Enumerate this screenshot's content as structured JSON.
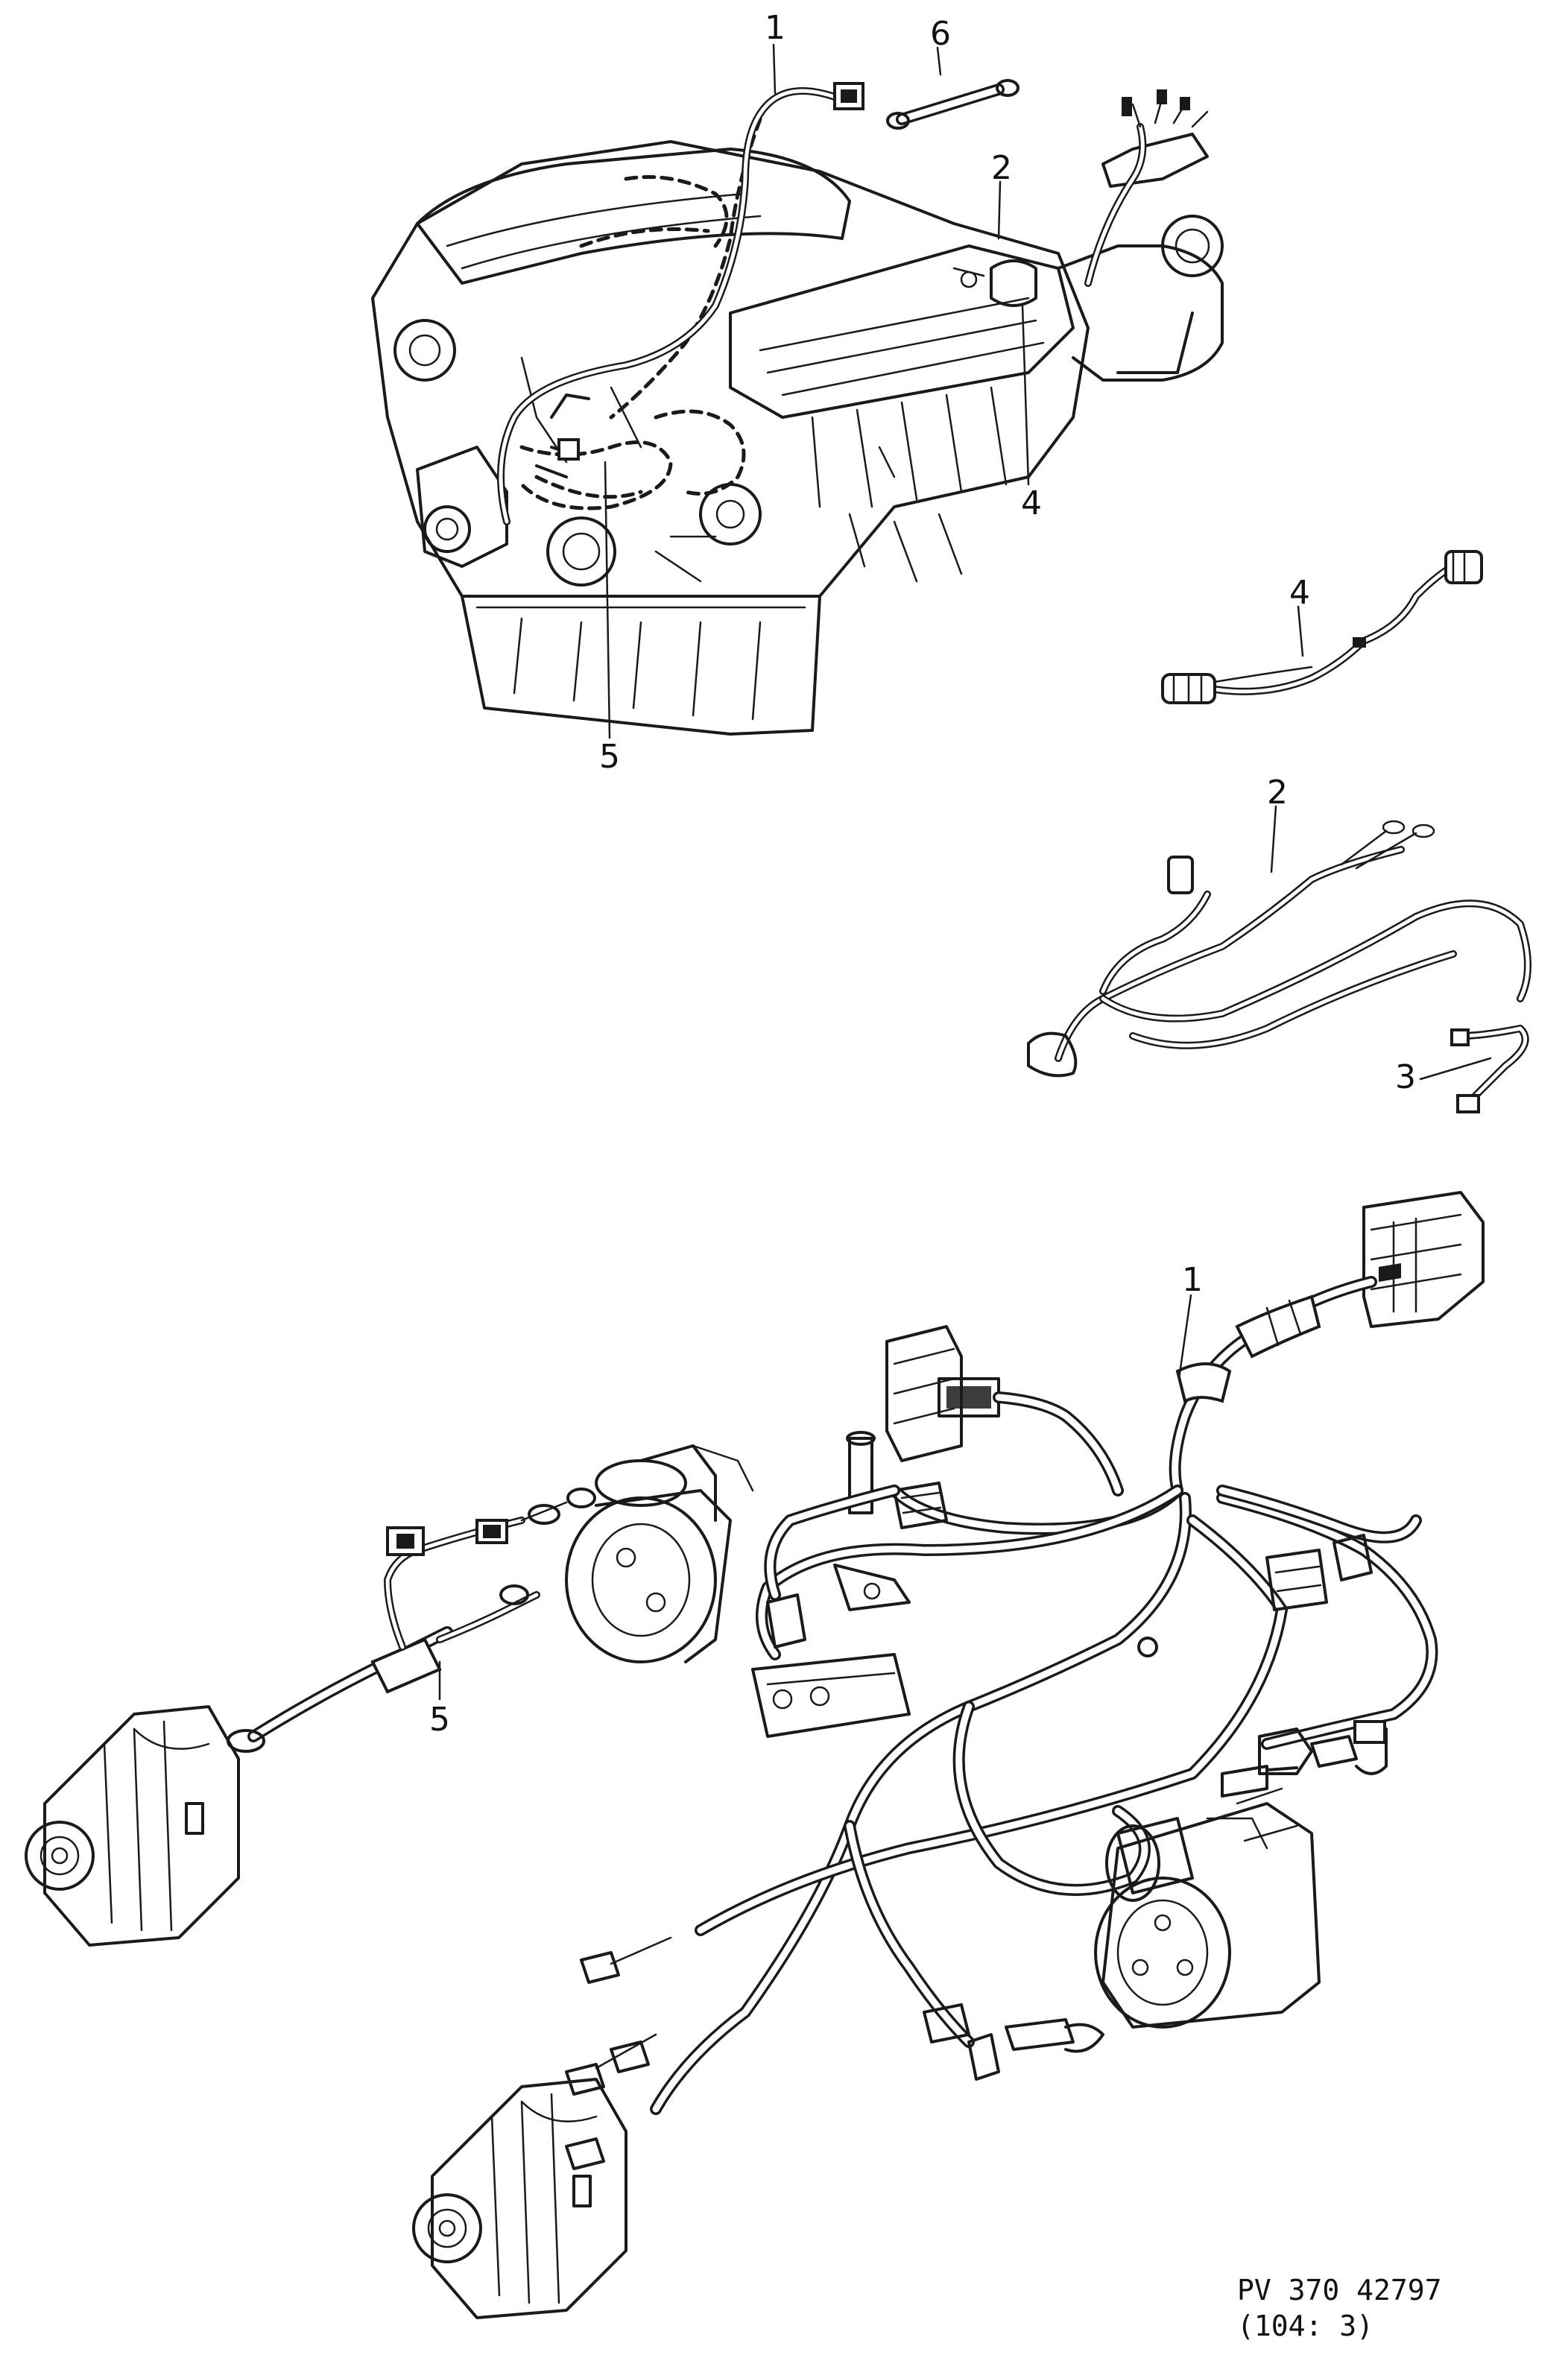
{
  "callouts": {
    "top_1": "1",
    "top_6": "6",
    "top_2": "2",
    "top_4_engine": "4",
    "top_5": "5",
    "right_4": "4",
    "right_2": "2",
    "right_3": "3",
    "bottom_1": "1",
    "bottom_5": "5"
  },
  "reference": {
    "line1": "PV 370 42797",
    "line2": "(104: 3)"
  }
}
